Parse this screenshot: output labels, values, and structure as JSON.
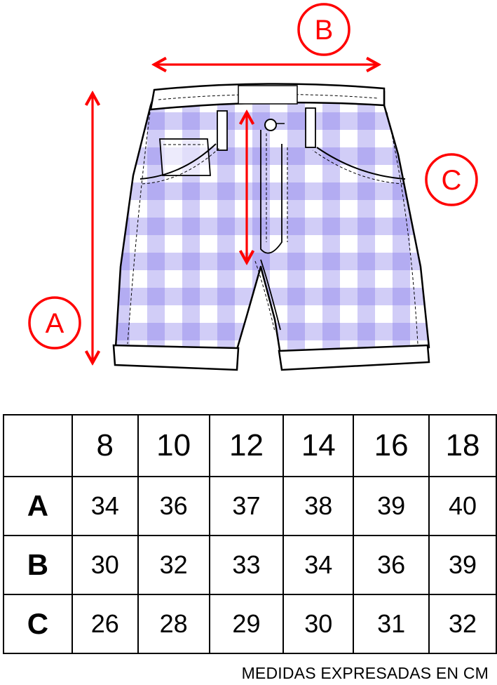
{
  "diagram": {
    "labels": {
      "a": "A",
      "b": "B",
      "c": "C"
    },
    "colors": {
      "arrow": "#ff0000",
      "check": "#7b6fe6",
      "outline": "#000000"
    },
    "icons": [
      "shorts-illustration",
      "gingham-pattern",
      "double-arrow"
    ]
  },
  "table": {
    "sizes": [
      "8",
      "10",
      "12",
      "14",
      "16",
      "18"
    ],
    "rows": [
      {
        "label": "A",
        "values": [
          "34",
          "36",
          "37",
          "38",
          "39",
          "40"
        ]
      },
      {
        "label": "B",
        "values": [
          "30",
          "32",
          "33",
          "34",
          "36",
          "39"
        ]
      },
      {
        "label": "C",
        "values": [
          "26",
          "28",
          "29",
          "30",
          "31",
          "32"
        ]
      }
    ]
  },
  "footnote": "MEDIDAS EXPRESADAS EN CM"
}
